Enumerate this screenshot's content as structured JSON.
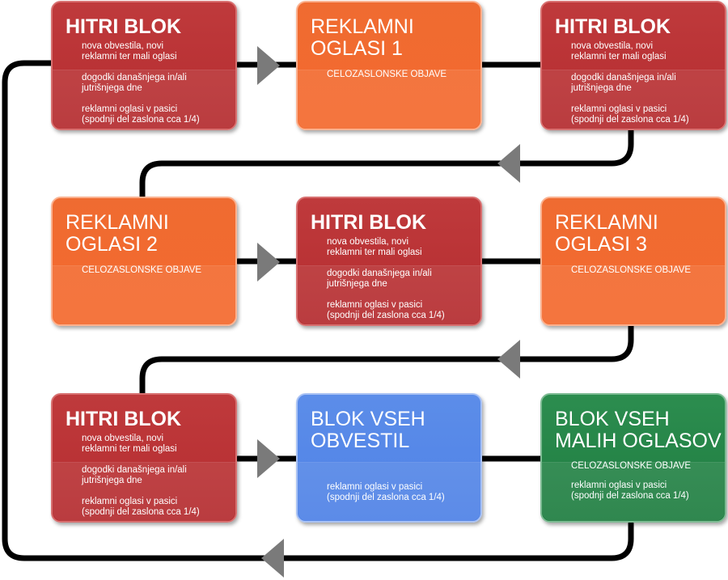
{
  "diagram": {
    "boxes": {
      "r1c1": {
        "title": "HITRI BLOK",
        "lines": [
          "nova obvestila, novi\nreklamni ter mali oglasi",
          "dogodki današnjega in/ali\njutrišnjega dne",
          "reklamni oglasi v pasici\n(spodnji del zaslona cca 1/4)"
        ]
      },
      "r1c2": {
        "title": "REKLAMNI\nOGLASI 1",
        "sub": "CELOZASLONSKE OBJAVE"
      },
      "r1c3": {
        "title": "HITRI BLOK",
        "lines": [
          "nova obvestila, novi\nreklamni ter mali oglasi",
          "dogodki današnjega in/ali\njutrišnjega dne",
          "reklamni oglasi v pasici\n(spodnji del zaslona cca 1/4)"
        ]
      },
      "r2c1": {
        "title": "REKLAMNI\nOGLASI 2",
        "sub": "CELOZASLONSKE OBJAVE"
      },
      "r2c2": {
        "title": "HITRI BLOK",
        "lines": [
          "nova obvestila, novi\nreklamni ter mali oglasi",
          "dogodki današnjega in/ali\njutrišnjega dne",
          "reklamni oglasi v pasici\n(spodnji del zaslona cca 1/4)"
        ]
      },
      "r2c3": {
        "title": "REKLAMNI\nOGLASI 3",
        "sub": "CELOZASLONSKE OBJAVE"
      },
      "r3c1": {
        "title": "HITRI BLOK",
        "lines": [
          "nova obvestila, novi\nreklamni ter mali oglasi",
          "dogodki današnjega in/ali\njutrišnjega dne",
          "reklamni oglasi v pasici\n(spodnji del zaslona cca 1/4)"
        ]
      },
      "r3c2": {
        "title": "BLOK VSEH\nOBVESTIL",
        "sub": "reklamni oglasi v pasici\n(spodnji del zaslona cca 1/4)"
      },
      "r3c3": {
        "title": "BLOK VSEH\nMALIH OGLASOV",
        "sub1": "CELOZASLONSKE OBJAVE",
        "sub2": "reklamni oglasi v pasici\n(spodnji del zaslona cca 1/4)"
      }
    },
    "colors": {
      "red": "#b52c2f",
      "orange": "#f46a2e",
      "blue": "#4f82e6",
      "green": "#1f7d41",
      "connector": "#000000",
      "arrow": "#7a7a7a"
    }
  }
}
